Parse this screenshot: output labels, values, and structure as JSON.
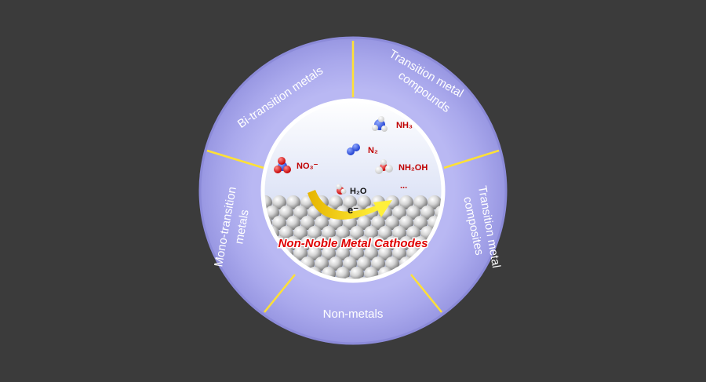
{
  "ring": {
    "segments": [
      {
        "id": "bi-transition-metals",
        "lines": [
          "Bi-transition metals"
        ]
      },
      {
        "id": "transition-metal-compounds",
        "lines": [
          "Transition metal",
          "compounds"
        ]
      },
      {
        "id": "transition-metal-composites",
        "lines": [
          "Transition metal",
          "composites"
        ]
      },
      {
        "id": "non-metals",
        "lines": [
          "Non-metals"
        ]
      },
      {
        "id": "mono-transition-metals",
        "lines": [
          "Mono-transition",
          "metals"
        ]
      }
    ]
  },
  "center": {
    "title": "Non-Noble Metal Cathodes",
    "electron": "e⁻",
    "molecules": {
      "nh3": "NH₃",
      "n2": "N₂",
      "no3": "NO₃⁻",
      "nh2oh": "NH₂OH",
      "h2o": "H₂O",
      "ellipsis": "..."
    }
  },
  "colors": {
    "background": "#3b3b3b",
    "ring": "#a9a8ec",
    "ring_edge": "#8c8bd9",
    "divider": "#ffe135",
    "inner_border": "#ffffff",
    "title": "#e00000",
    "label": "#c00000",
    "arrow": "#f5c800"
  }
}
